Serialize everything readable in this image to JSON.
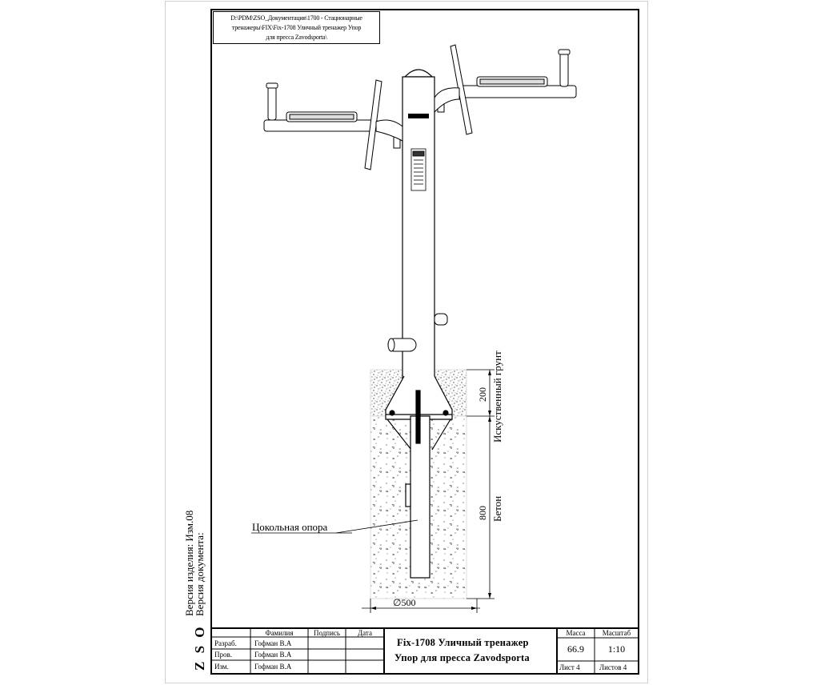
{
  "file_path_lines": [
    "D:\\PDM\\ZSO_Документация\\1700 - Стационарные",
    "тренажеры\\FIX\\Fix-1708 Уличный тренажер Упор",
    "для пресса Zavodsporta\\"
  ],
  "version_lines": [
    "Версия изделия: Изм.08",
    "Версия документа:"
  ],
  "brand": "Z S O",
  "labels": {
    "artificial_ground": "Искуственный грунт",
    "concrete": "Бетон",
    "base_support": "Цокольная опора",
    "dim_200": "200",
    "dim_800": "800",
    "dim_diam_500": "∅500"
  },
  "title_block": {
    "headers": {
      "surname": "Фамилия",
      "signature": "Подпись",
      "date": "Дата"
    },
    "rows": [
      {
        "role": "Разраб.",
        "name": "Гофман В.А"
      },
      {
        "role": "Пров.",
        "name": "Гофман В.А"
      },
      {
        "role": "Изм.",
        "name": "Гофман В.А"
      }
    ],
    "title_line1": "Fix-1708 Уличный тренажер",
    "title_line2": "Упор для пресса Zavodsporta",
    "mass_label": "Масса",
    "scale_label": "Масштаб",
    "mass_value": "66.9",
    "scale_value": "1:10",
    "sheet": "Лист 4",
    "sheets_total": "Листов 4"
  }
}
